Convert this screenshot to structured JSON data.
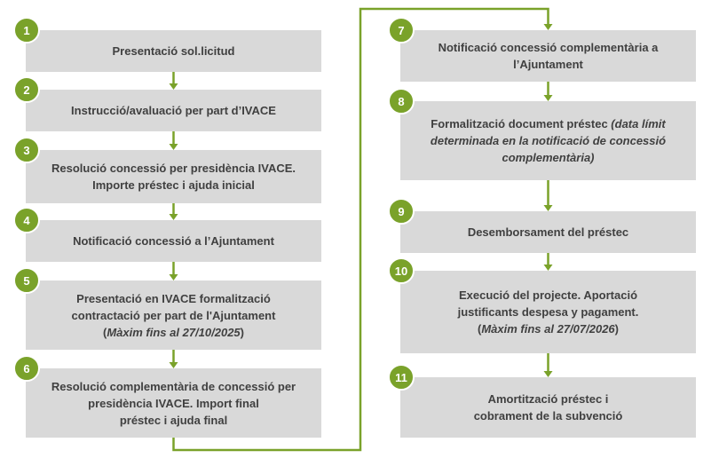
{
  "colors": {
    "accent": "#7aa22a",
    "box_fill": "#d9d9d9",
    "text": "#404040"
  },
  "steps": [
    {
      "num": "1",
      "lines": [
        [
          {
            "t": "Presentació sol.licitud"
          }
        ]
      ]
    },
    {
      "num": "2",
      "lines": [
        [
          {
            "t": "Instrucció/avaluació per part d’IVACE"
          }
        ]
      ]
    },
    {
      "num": "3",
      "lines": [
        [
          {
            "t": "Resolució concessió per presidència IVACE."
          }
        ],
        [
          {
            "t": "Importe préstec i ajuda inicial"
          }
        ]
      ]
    },
    {
      "num": "4",
      "lines": [
        [
          {
            "t": "Notificació concessió a l’Ajuntament"
          }
        ]
      ]
    },
    {
      "num": "5",
      "lines": [
        [
          {
            "t": "Presentació en IVACE formalització"
          }
        ],
        [
          {
            "t": "contractació per part de l'Ajuntament"
          }
        ],
        [
          {
            "t": "("
          },
          {
            "t": "Màxim fins al 27/10/2025",
            "i": true
          },
          {
            "t": ")"
          }
        ]
      ]
    },
    {
      "num": "6",
      "lines": [
        [
          {
            "t": "Resolució complementària de concessió per"
          }
        ],
        [
          {
            "t": "presidència IVACE. Import final"
          }
        ],
        [
          {
            "t": "préstec i ajuda final"
          }
        ]
      ]
    },
    {
      "num": "7",
      "lines": [
        [
          {
            "t": "Notificació concessió complementària a"
          }
        ],
        [
          {
            "t": "l’Ajuntament"
          }
        ]
      ]
    },
    {
      "num": "8",
      "lines": [
        [
          {
            "t": "Formalització document préstec "
          },
          {
            "t": "(data límit",
            "i": true
          }
        ],
        [
          {
            "t": "determinada en la notificació de concessió",
            "i": true
          }
        ],
        [
          {
            "t": "complementària)",
            "i": true
          }
        ]
      ]
    },
    {
      "num": "9",
      "lines": [
        [
          {
            "t": "Desemborsament del préstec"
          }
        ]
      ]
    },
    {
      "num": "10",
      "lines": [
        [
          {
            "t": "Execució del projecte. Aportació"
          }
        ],
        [
          {
            "t": "justificants despesa y pagament."
          }
        ],
        [
          {
            "t": "("
          },
          {
            "t": "Màxim fins al 27/07/2026",
            "i": true
          },
          {
            "t": ")"
          }
        ]
      ]
    },
    {
      "num": "11",
      "lines": [
        [
          {
            "t": "Amortització préstec i"
          }
        ],
        [
          {
            "t": "cobrament de la subvenció"
          }
        ]
      ]
    }
  ]
}
